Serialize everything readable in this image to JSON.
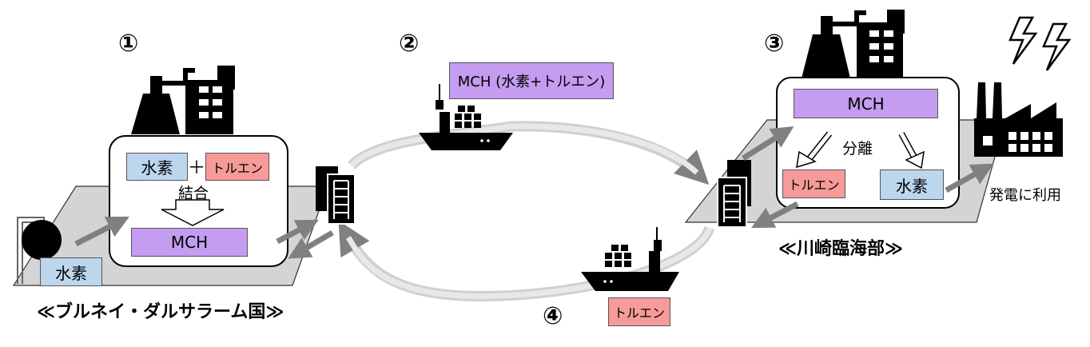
{
  "steps": {
    "s1": "①",
    "s2": "②",
    "s3": "③",
    "s4": "④"
  },
  "brunei": {
    "hydrogen_label": "水素",
    "toluene_label": "トルエン",
    "plus": "＋",
    "combine_label": "結合",
    "mch_label": "MCH",
    "source_hydrogen_label": "水素",
    "region_label": "≪ブルネイ・ダルサラーム国≫"
  },
  "outbound_ship": {
    "cargo_label": "MCH (水素+トルエン)"
  },
  "return_ship": {
    "cargo_label": "トルエン"
  },
  "kawasaki": {
    "mch_label": "MCH",
    "separation_label": "分離",
    "toluene_label": "トルエン",
    "hydrogen_label": "水素",
    "power_use_label": "発電に利用",
    "region_label": "≪川崎臨海部≫"
  },
  "colors": {
    "mch": "#c49cf0",
    "hydrogen": "#bcd6ee",
    "toluene": "#f79a9a",
    "platform": "#d4d4d4",
    "arrow": "#808080"
  },
  "icons": [
    "factory-icon",
    "storage-tank-icon",
    "ship-icon",
    "power-plant-icon",
    "lightning-icon",
    "gas-sphere-icon"
  ]
}
